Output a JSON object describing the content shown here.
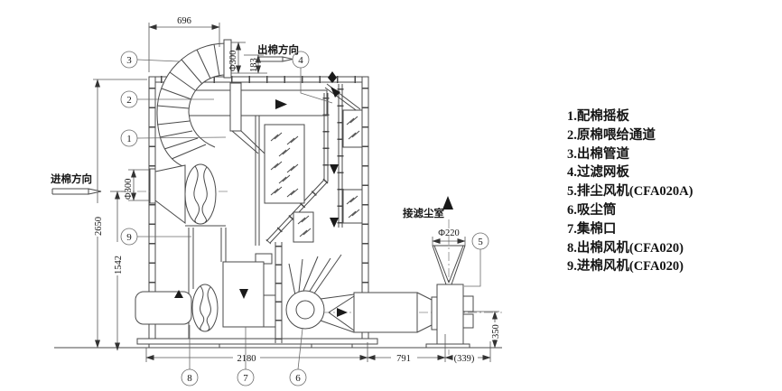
{
  "legend": {
    "items": [
      "1.配棉摇板",
      "2.原棉喂给通道",
      "3.出棉管道",
      "4.过滤网板",
      "5.排尘风机(CFA020A)",
      "6.吸尘筒",
      "7.集棉口",
      "8.出棉风机(CFA020)",
      "9.进棉风机(CFA020)"
    ]
  },
  "labels": {
    "inlet_direction": "进棉方向",
    "outlet_direction": "出棉方向",
    "dust_room": "接滤尘室"
  },
  "dims": {
    "top_width": "696",
    "outlet_dia": "Φ300",
    "outlet_offset": "183",
    "overall_height": "2650",
    "mid_height": "1542",
    "fan_inlet_dia": "Φ300",
    "base_width": "2180",
    "pipe_span": "791",
    "fan_span": "(339)",
    "dust_outlet_dia": "Φ220",
    "fan_height": "350"
  },
  "balloons": [
    "1",
    "2",
    "3",
    "4",
    "5",
    "6",
    "7",
    "8",
    "9"
  ]
}
